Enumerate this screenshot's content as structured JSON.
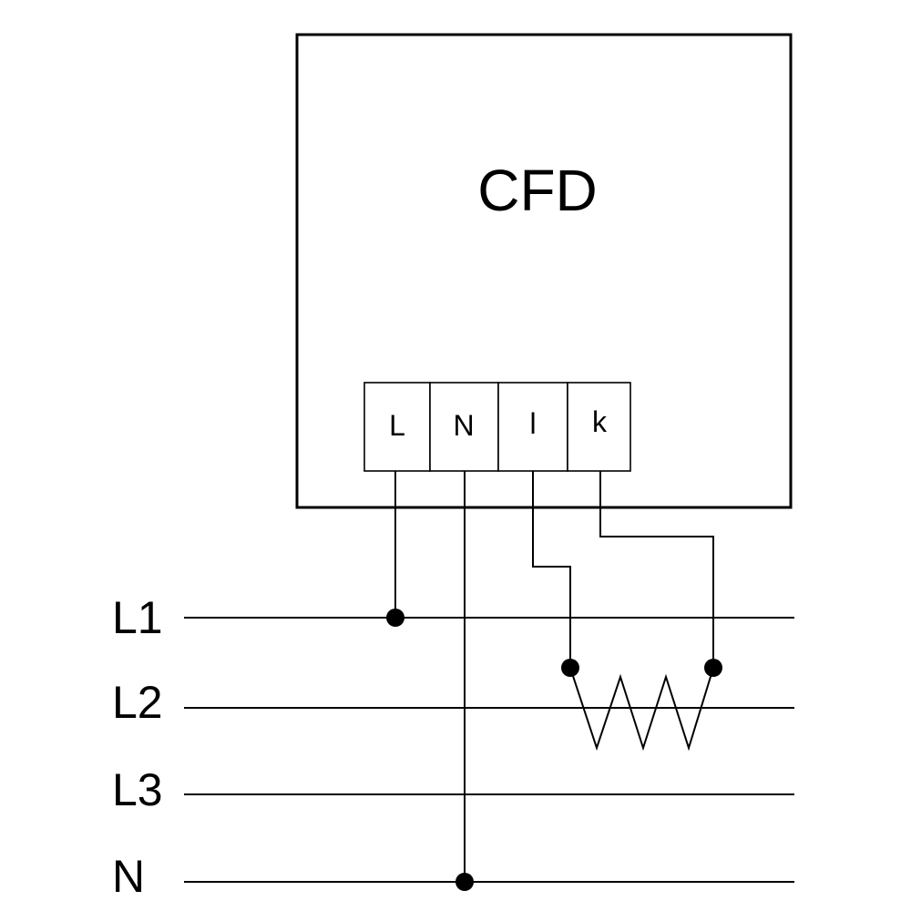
{
  "device": {
    "name": "CFD"
  },
  "terminals": [
    {
      "label": "L"
    },
    {
      "label": "N"
    },
    {
      "label": "l"
    },
    {
      "label": "k"
    }
  ],
  "lines": [
    {
      "label": "L1"
    },
    {
      "label": "L2"
    },
    {
      "label": "L3"
    },
    {
      "label": "N"
    }
  ]
}
